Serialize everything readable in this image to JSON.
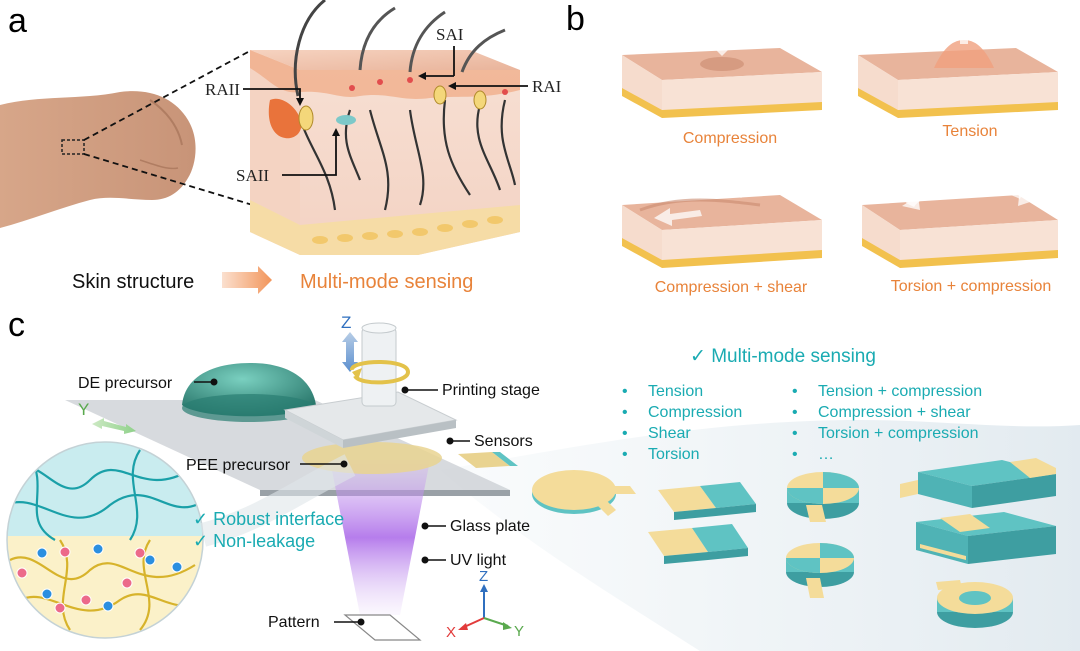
{
  "panel_a": {
    "letter": "a",
    "labels": {
      "sai": "SAI",
      "rai": "RAI",
      "raii": "RAII",
      "saii": "SAII"
    },
    "caption_left": "Skin structure",
    "caption_right": "Multi-mode sensing"
  },
  "panel_b": {
    "letter": "b",
    "modes": [
      "Compression",
      "Tension",
      "Compression + shear",
      "Torsion + compression"
    ]
  },
  "panel_c": {
    "letter": "c",
    "axis": {
      "z": "Z",
      "y": "Y"
    },
    "labels": {
      "de_precursor": "DE precursor",
      "printing_stage": "Printing stage",
      "sensors": "Sensors",
      "pee_precursor": "PEE precursor",
      "glass_plate": "Glass plate",
      "uv_light": "UV light",
      "pattern": "Pattern"
    },
    "interface": [
      "✓ Robust interface",
      "✓ Non-leakage"
    ],
    "triad": {
      "x": "X",
      "y": "Y",
      "z": "Z"
    },
    "sensing_title": "✓  Multi-mode sensing",
    "sensing_left": [
      "Tension",
      "Compression",
      "Shear",
      "Torsion"
    ],
    "sensing_right": [
      "Tension + compression",
      "Compression + shear",
      "Torsion + compression",
      "…"
    ]
  },
  "colors": {
    "orange_text": "#e8833a",
    "teal_text": "#1aabb2",
    "teal_fill": "#63c6c6",
    "cream_fill": "#f4dc9a",
    "skin": "#f2c3a6",
    "uv": "#b07ae6"
  }
}
